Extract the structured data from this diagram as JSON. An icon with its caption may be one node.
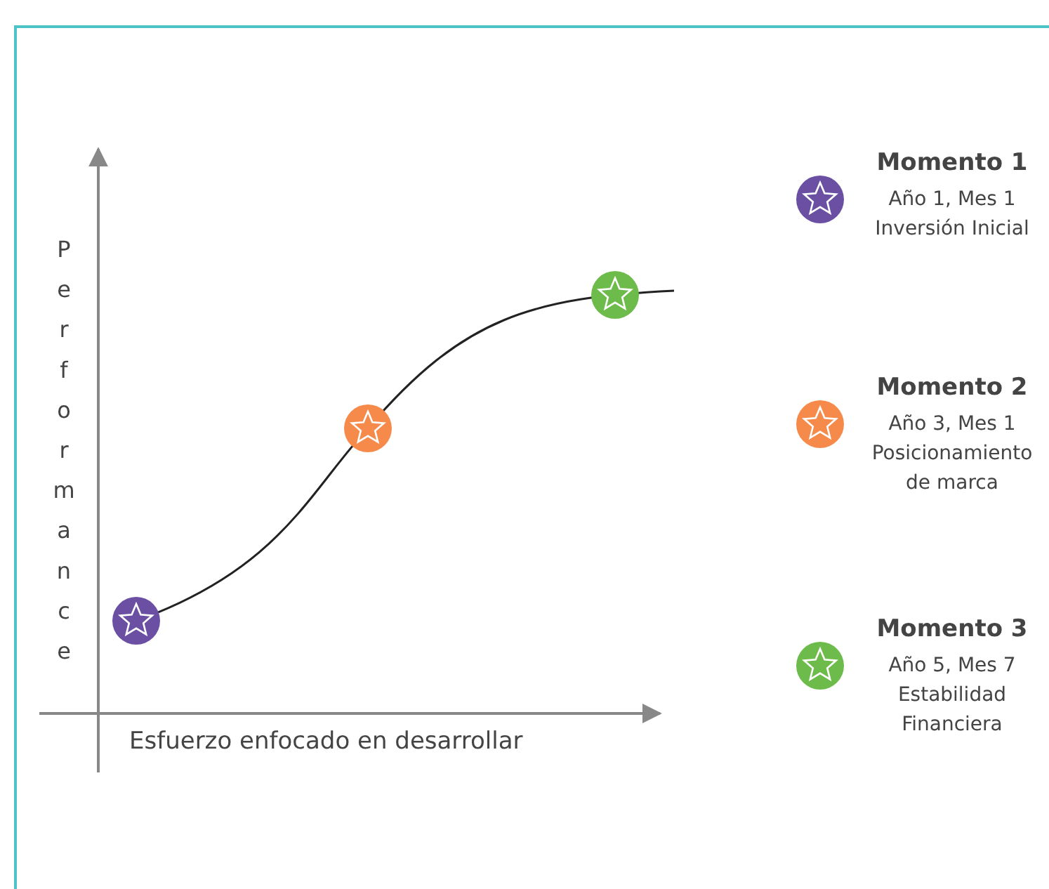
{
  "diagram": {
    "labels": [
      "Performance",
      "Esfuerzo enfocado en desarrollar",
      "Año 1, Mes 1 Inversión Inicial",
      "Año 3, Mes 1 Posicionamiento de marca",
      "Año 5, Mes 7 Estabilidad Financiera"
    ],
    "legend": [
      {
        "text": "Momento 1",
        "color": "#6a4fa3"
      },
      {
        "text": "Momento 2",
        "color": "#f58a4b"
      },
      {
        "text": "Momento 3",
        "color": "#6dbb4a"
      }
    ]
  }
}
